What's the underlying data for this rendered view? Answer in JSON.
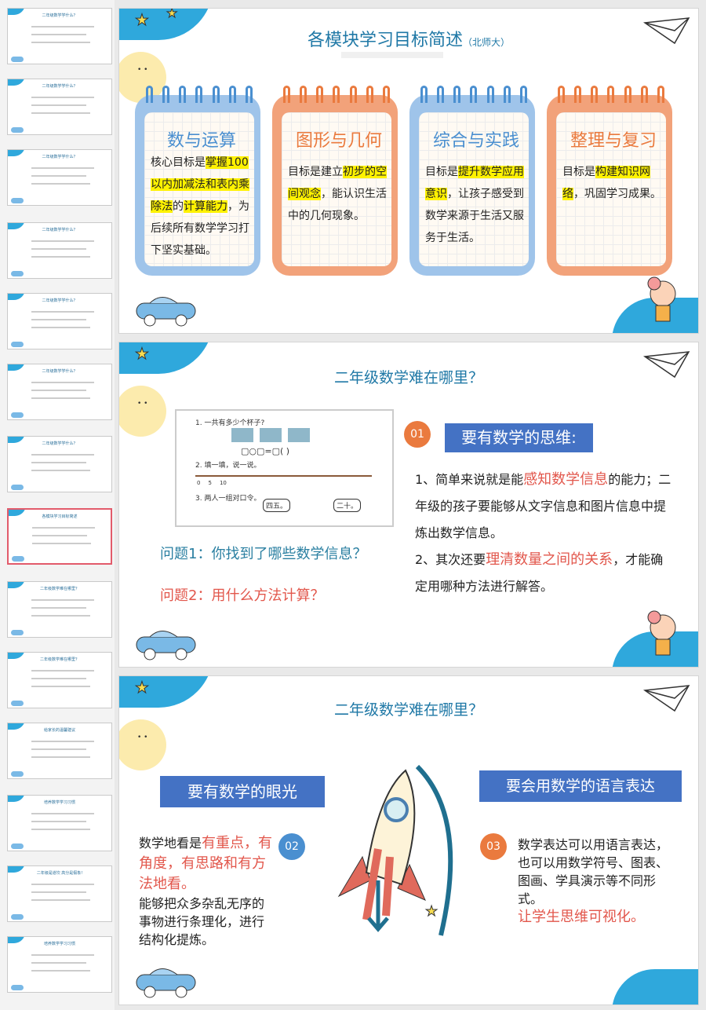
{
  "thumbnails": [
    {
      "title": "二年级数学学什么？"
    },
    {
      "title": "二年级数学学什么？"
    },
    {
      "title": "二年级数学学什么？"
    },
    {
      "title": "二年级数学学什么？"
    },
    {
      "title": "二年级数学学什么？"
    },
    {
      "title": "二年级数学学什么？"
    },
    {
      "title": "二年级数学学什么？"
    },
    {
      "title": "各模块学习目标简述",
      "selected": true
    },
    {
      "title": "二年级数学难在哪里？"
    },
    {
      "title": "二年级数学难在哪里？"
    },
    {
      "title": "给家长的温馨建议"
    },
    {
      "title": "培养数学学习习惯"
    },
    {
      "title": "二年级是道坎 高分是假象!"
    },
    {
      "title": "培养数学学习习惯"
    }
  ],
  "slide1": {
    "title": "各模块学习目标简述",
    "subtitle": "（北师大）",
    "cards": [
      {
        "title": "数与运算",
        "parts": [
          [
            "核心目标是",
            0
          ],
          [
            "掌握100以内加减法和表内乘除法",
            1
          ],
          [
            "的",
            0
          ],
          [
            "计算能力",
            1
          ],
          [
            "，为后续所有数学学习打下坚实基础。",
            0
          ]
        ]
      },
      {
        "title": "图形与几何",
        "parts": [
          [
            "目标是建立",
            0
          ],
          [
            "初步的空间观念",
            1
          ],
          [
            "，能认识生活中的几何现象。",
            0
          ]
        ]
      },
      {
        "title": "综合与实践",
        "parts": [
          [
            "目标是",
            0
          ],
          [
            "提升数学应用意识",
            1
          ],
          [
            "，让孩子感受到数学来源于生活又服务于生活。",
            0
          ]
        ]
      },
      {
        "title": "整理与复习",
        "parts": [
          [
            "目标是",
            0
          ],
          [
            "构建知识网络",
            1
          ],
          [
            "，巩固学习成果。",
            0
          ]
        ]
      }
    ]
  },
  "slide2": {
    "title": "二年级数学难在哪里？",
    "exercise": {
      "q1": "1. 一共有多少个杯子?",
      "q2": "2. 填一填，说一说。",
      "q3": "3. 两人一组对口令。",
      "ticks": [
        "0",
        "5",
        "10"
      ],
      "bubble1": "四五。",
      "bubble2": "二十。"
    },
    "badge": "01",
    "heading": "要有数学的思维:",
    "p1a": " 1、简单来说就是能",
    "p1b": "感知数学信息",
    "p1c": "的能力；二年级的孩子要能够从文字信息和图片信息中提炼出数学信息。",
    "p2a": "2、其次还要",
    "p2b": "理清数量之间的关系",
    "p2c": "，才能确定用哪种方法进行解答。",
    "question1": "问题1：你找到了哪些数学信息？",
    "question2": "问题2：用什么方法计算？",
    "colors": {
      "accent": "#4472c4",
      "red": "#e2574c",
      "badge": "#ea7a3e"
    }
  },
  "slide3": {
    "title": "二年级数学难在哪里？",
    "left_heading": "要有数学的眼光",
    "right_heading": "要会用数学的语言表达",
    "badge2": "02",
    "badge3": "03",
    "left_a": "数学地看是",
    "left_b": "有重点，有角度，有思路和有方法地看。",
    "left_c": "能够把众多杂乱无序的事物进行条理化，进行结构化提炼。",
    "right_a": "数学表达可以用语言表达，也可以用数学符号、图表、图画、学具演示等不同形式。",
    "right_b": "让学生思维可视化。"
  }
}
